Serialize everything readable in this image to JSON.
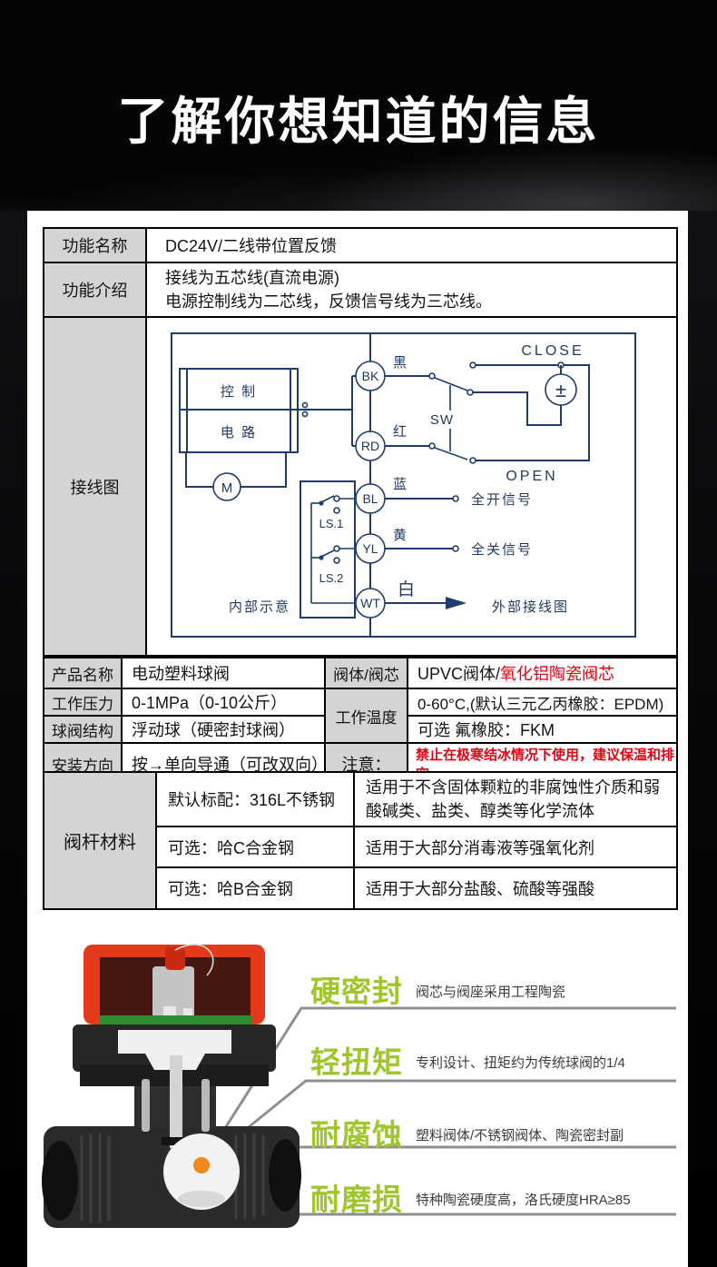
{
  "header": {
    "title": "了解你想知道的信息"
  },
  "function_table": {
    "rows": [
      {
        "label": "功能名称",
        "value": "DC24V/二线带位置反馈"
      },
      {
        "label": "功能介绍",
        "line1": "接线为五芯线(直流电源)",
        "line2": "电源控制线为二芯线，反馈信号线为三芯线。"
      },
      {
        "label": "接线图"
      }
    ]
  },
  "wiring_diagram": {
    "control_box_line1": "控 制",
    "control_box_line2": "电 路",
    "motor_label": "M",
    "terminals": [
      {
        "code": "BK",
        "wire": "黑"
      },
      {
        "code": "RD",
        "wire": "红"
      },
      {
        "code": "BL",
        "wire": "蓝"
      },
      {
        "code": "YL",
        "wire": "黄"
      },
      {
        "code": "WT",
        "wire": "白"
      }
    ],
    "switch_label": "SW",
    "close_label": "CLOSE",
    "open_label": "OPEN",
    "power_symbol": "±",
    "limit_switch_1": "LS.1",
    "limit_switch_2": "LS.2",
    "full_open_signal": "全开信号",
    "full_close_signal": "全关信号",
    "internal_label": "内部示意",
    "external_label": "外部接线图"
  },
  "spec_table": {
    "product_label": "产品名称",
    "product_value": "电动塑料球阀",
    "body_label": "阀体/阀芯",
    "body_value_black": "UPVC阀体/",
    "body_value_red": "氧化铝陶瓷阀芯",
    "pressure_label": "工作压力",
    "pressure_value": "0-1MPa（0-10公斤）",
    "temp_label": "工作温度",
    "temp_value1": "0-60°C,(默认三元乙丙橡胶：EPDM)",
    "temp_value2": "可选 氟橡胶：FKM",
    "structure_label": "球阀结构",
    "structure_value": "浮动球（硬密封球阀）",
    "install_label": "安装方向",
    "install_value": "按→单向导通（可改双向）",
    "note_label": "注意：",
    "note_value": "禁止在极寒结冰情况下使用，建议保温和排空"
  },
  "stem_table": {
    "label": "阀杆材料",
    "rows": [
      {
        "material": "默认标配：316L不锈钢",
        "usage": "适用于不含固体颗粒的非腐蚀性介质和弱酸碱类、盐类、醇类等化学流体"
      },
      {
        "material": "可选：哈C合金钢",
        "usage": "适用于大部分消毒液等强氧化剂"
      },
      {
        "material": "可选：哈B合金钢",
        "usage": "适用于大部分盐酸、硫酸等强酸"
      }
    ]
  },
  "features": [
    {
      "title": "硬密封",
      "desc": "阀芯与阀座采用工程陶瓷"
    },
    {
      "title": "轻扭矩",
      "desc": "专利设计、扭矩约为传统球阀的1/4"
    },
    {
      "title": "耐腐蚀",
      "desc": "塑料阀体/不锈钢阀体、陶瓷密封副"
    },
    {
      "title": "耐磨损",
      "desc": "特种陶瓷硬度高，洛氏硬度HRA≥85"
    }
  ],
  "colors": {
    "accent_red": "#e60012",
    "feature_green": "#a0c62e",
    "diagram_blue": "#1e3c6e",
    "label_gray": "#d4d4d4"
  }
}
